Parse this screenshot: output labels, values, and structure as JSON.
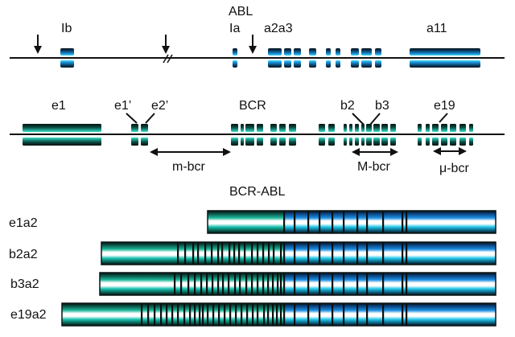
{
  "colors": {
    "line": "#111111",
    "abl_blue": "#1a8fd6",
    "abl_cyan": "#36d9f0",
    "bcr_teal": "#0e8a7a",
    "bcr_green": "#33e0b8",
    "dark": "#0a1a1a"
  },
  "abl": {
    "title": "ABL",
    "exon_labels": {
      "ib": "Ib",
      "ia": "Ia",
      "a2a3": "a2a3",
      "a11": "a11"
    },
    "arrows": [
      "breakpoint-arrow-1",
      "breakpoint-arrow-2",
      "breakpoint-arrow-3"
    ],
    "break_symbol": "//"
  },
  "bcr": {
    "title": "BCR",
    "exon_labels": {
      "e1": "e1",
      "e1p": "e1’",
      "e2p": "e2’",
      "b2": "b2",
      "b3": "b3",
      "e19": "e19"
    },
    "regions": {
      "m_bcr": "m-bcr",
      "M_bcr": "M-bcr",
      "mu_bcr": "μ-bcr"
    }
  },
  "fusion": {
    "title": "BCR-ABL",
    "transcripts": [
      {
        "label": "e1a2"
      },
      {
        "label": "b2a2"
      },
      {
        "label": "b3a2"
      },
      {
        "label": "e19a2"
      }
    ]
  }
}
